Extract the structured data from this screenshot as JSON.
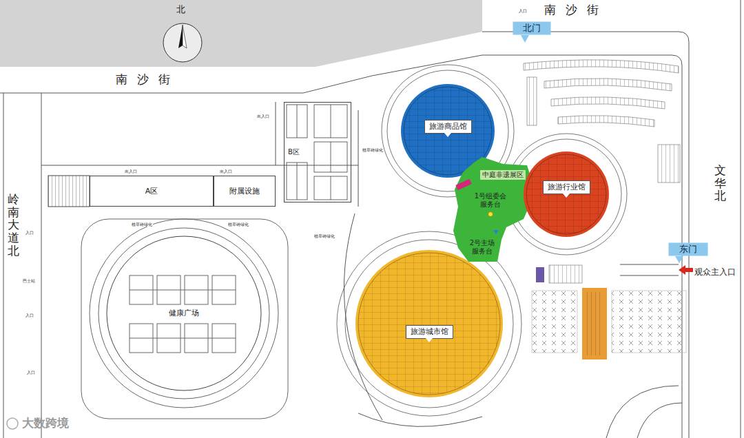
{
  "diagram": {
    "nodes": [
      {
        "text": [
          "北门"
        ]
      },
      {
        "text": [
          "旅游商品馆"
        ]
      },
      {
        "text": [
          "B区"
        ]
      },
      {
        "text": [
          "中庭非遗展区"
        ]
      },
      {
        "text": [
          "旅游行业馆"
        ]
      },
      {
        "text": [
          "A区"
        ]
      },
      {
        "text": [
          "附属设施"
        ]
      },
      {
        "text": [
          "东门"
        ]
      },
      {
        "text": [
          "旅游城市馆"
        ]
      },
      {
        "text": [
          "健康广场"
        ]
      }
    ],
    "labels": [
      "北",
      "南沙街",
      "南沙街",
      "文华北",
      "岭南大道北",
      "1号组委会 服务台",
      "2号主场 服务台",
      "观众主入口",
      "大数跨境",
      "入口",
      "出入口",
      "出入口",
      "出入口",
      "植草砖绿化",
      "植草砖绿化",
      "植草砖绿化",
      "植草砖绿化",
      "入口",
      "巴士站",
      "入口",
      "入口"
    ]
  }
}
